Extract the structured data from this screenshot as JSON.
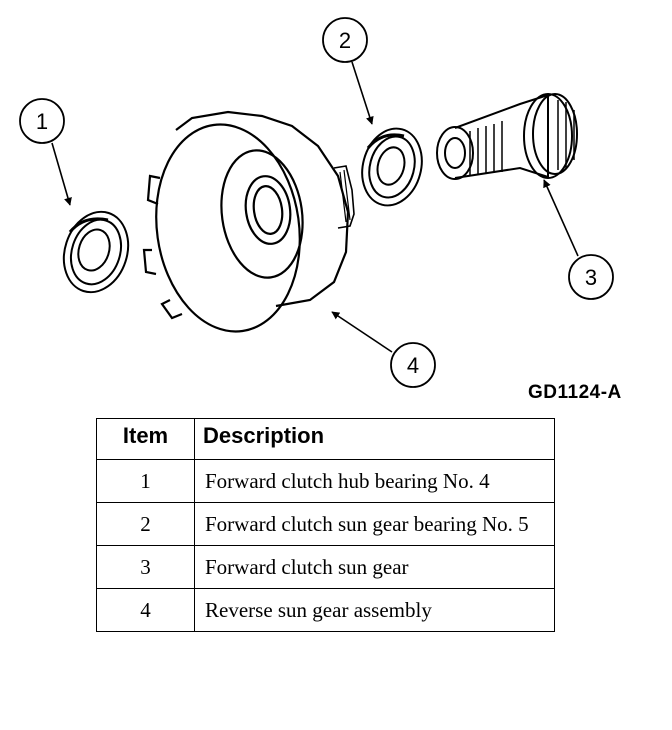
{
  "callouts": [
    "1",
    "2",
    "3",
    "4"
  ],
  "figure_id": "GD1124-A",
  "table": {
    "headers": {
      "item": "Item",
      "description": "Description"
    },
    "rows": [
      {
        "item": "1",
        "description": "Forward clutch hub bearing No. 4"
      },
      {
        "item": "2",
        "description": "Forward clutch sun gear bearing No. 5"
      },
      {
        "item": "3",
        "description": "Forward clutch sun gear"
      },
      {
        "item": "4",
        "description": "Reverse sun gear assembly"
      }
    ]
  },
  "colors": {
    "ink": "#000000",
    "paper": "#ffffff"
  },
  "icons": [
    "bearing-icon",
    "bearing-icon",
    "sun-gear-icon",
    "reverse-sun-gear-drum-icon"
  ]
}
